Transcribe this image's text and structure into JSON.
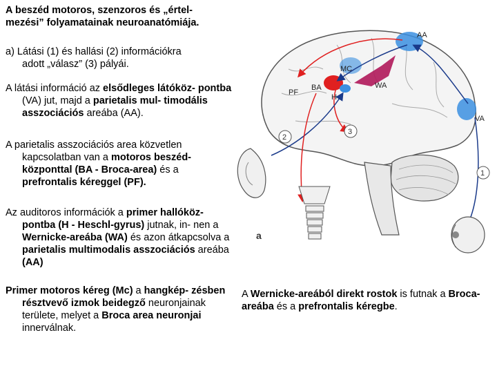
{
  "title": {
    "line1": "A beszéd motoros, szenzoros és „értel-",
    "line2": "mezési” folyamatainak neuroanatómiája."
  },
  "para_a": {
    "line1": "a)  Látási (1) és hallási (2) információkra",
    "line2": "adott „válasz” (3) pályái."
  },
  "para_va": {
    "s1": "A látási információ az ",
    "b1": "elsődleges látóköz-",
    "b2": "pontba",
    "s2": " (VA) jut, majd a ",
    "b3": "parietalis mul-",
    "b4": "timodális asszociációs",
    "s3": " areába (AA)."
  },
  "para_aa": {
    "s1": "A parietalis asszociációs area közvetlen",
    "s2": "kapcsolatban van a ",
    "b1": "motoros beszéd-",
    "b2": "központtal (BA - Broca-area)",
    "s3": " és a",
    "b3": "prefrontalis kéreggel (PF)."
  },
  "para_heschl": {
    "s1": "Az auditoros információk a ",
    "b1": "primer hallóköz-",
    "b2": "pontba (H - Heschl-gyrus)",
    "s2": " jutnak, in-",
    "s3": "nen a ",
    "b3": "Wernicke-areába (WA)",
    "s4": " és azon",
    "s5": "átkapcsolva  a ",
    "b4": "parietalis multimodalis",
    "b5": "asszociációs",
    "s6": " areába ",
    "b6": "(AA)"
  },
  "para_mc": {
    "b1": "Primer motoros kéreg (Mc)",
    "s1": " a ",
    "b2": "hangkép-",
    "b3": "zésben résztvevő izmok beidegző",
    "s2": "neuronjainak területe, melyet a ",
    "b4": "Broca",
    "b5": "area neuronjai",
    "s3": " innerválnak."
  },
  "para_wa": {
    "s1": "A ",
    "b1": "Wernicke-areából direkt rostok",
    "s2": " is futnak a",
    "b2": "Broca-areába",
    "s3": " és a ",
    "b3": "prefrontalis kéregbe",
    "s4": "."
  },
  "figure": {
    "labels": {
      "aa": "AA",
      "mc": "MC",
      "pf": "PF",
      "ba": "BA",
      "h": "H",
      "wa": "WA",
      "va": "VA",
      "panel": "a"
    },
    "markers": [
      "1",
      "2",
      "3"
    ],
    "colors": {
      "blue": "#3b8fe0",
      "red": "#e02020",
      "magenta": "#b0185a",
      "outline": "#555555",
      "fiber": "#1a3a8a"
    }
  }
}
